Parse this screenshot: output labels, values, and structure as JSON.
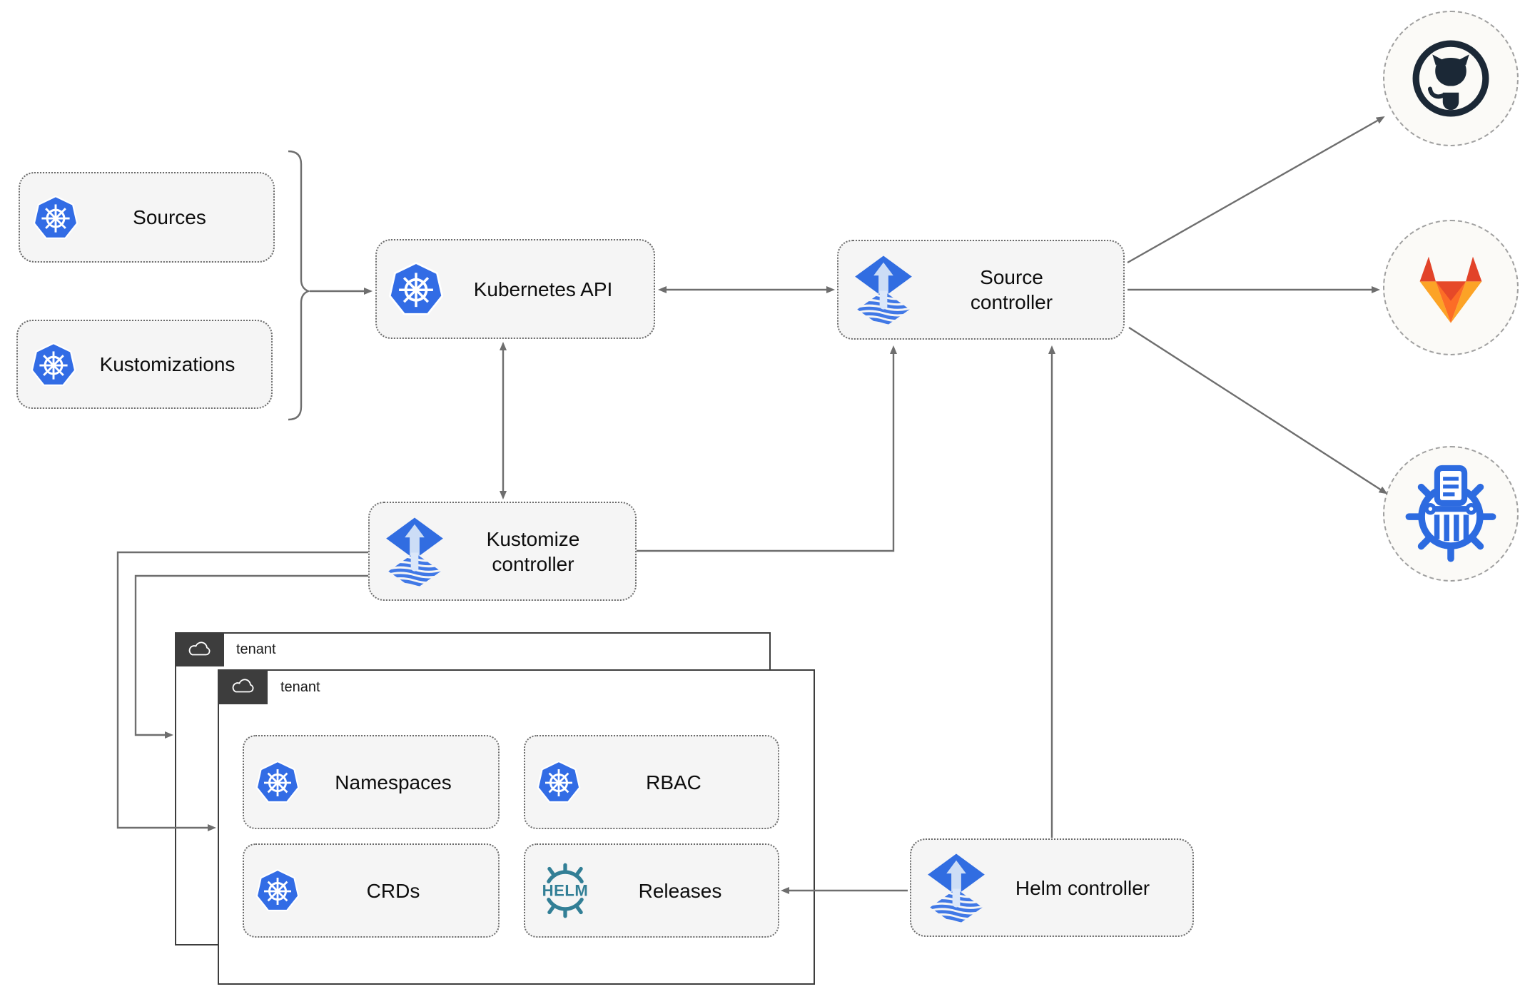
{
  "diagram": {
    "title_hint": "Flux GitOps multi-tenancy architecture",
    "nodes": {
      "sources": {
        "label": "Sources",
        "icon": "kubernetes"
      },
      "kustomizations": {
        "label": "Kustomizations",
        "icon": "kubernetes"
      },
      "kubernetes_api": {
        "label": "Kubernetes API",
        "icon": "kubernetes"
      },
      "source_controller": {
        "label": "Source controller",
        "icon": "flux"
      },
      "kustomize_controller": {
        "label": "Kustomize controller",
        "icon": "flux"
      },
      "helm_controller": {
        "label": "Helm controller",
        "icon": "flux"
      },
      "namespaces": {
        "label": "Namespaces",
        "icon": "kubernetes"
      },
      "rbac": {
        "label": "RBAC",
        "icon": "kubernetes"
      },
      "crds": {
        "label": "CRDs",
        "icon": "kubernetes"
      },
      "releases": {
        "label": "Releases",
        "icon": "helm"
      }
    },
    "groups": {
      "outer_tenant": {
        "label": "tenant",
        "icon": "cloud"
      },
      "inner_tenant": {
        "label": "tenant",
        "icon": "cloud"
      }
    },
    "endpoints": {
      "github": {
        "icon": "github"
      },
      "gitlab": {
        "icon": "gitlab"
      },
      "chartmuseum": {
        "icon": "chartmuseum"
      }
    },
    "colors": {
      "kubernetes_blue": "#326ce5",
      "flux_blue": "#316de1",
      "flux_light": "#ccddf6",
      "helm_teal": "#327f96",
      "github_dark": "#1b2836",
      "gitlab_red": "#e24329",
      "gitlab_orange": "#fc6d26",
      "gitlab_amber": "#fca326",
      "chartmuseum_blue": "#2d6be0",
      "arrow_gray": "#6e6e6e",
      "node_bg": "#f5f5f5",
      "tenant_dark": "#3d3d3d"
    }
  }
}
